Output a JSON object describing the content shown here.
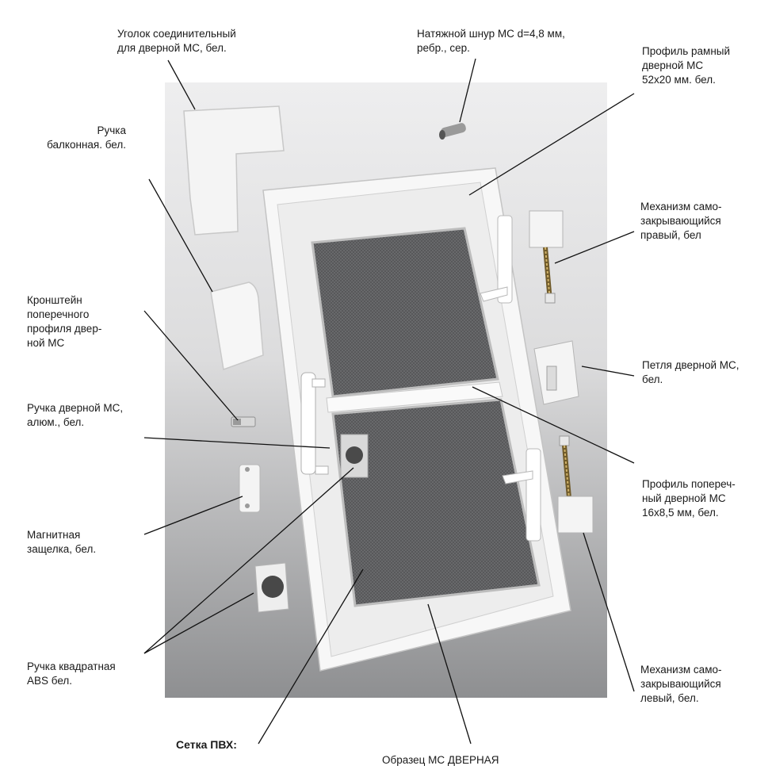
{
  "labels": {
    "corner": "Уголок соединительный\nдля дверной МС, бел.",
    "cord": "Натяжной шнур МС d=4,8 мм,\nребр., сер.",
    "frame_profile": "Профиль рамный\nдверной МС\n52х20 мм. бел.",
    "balcony_handle": "Ручка\nбалконная. бел.",
    "closer_right": "Механизм само-\nзакрывающийся\nправый, бел",
    "bracket": "Кронштейн\nпоперечного\nпрофиля двер-\nной МС",
    "hinge": "Петля дверной МС,\nбел.",
    "door_handle": "Ручка дверной МС,\nалюм., бел.",
    "cross_profile": "Профиль попереч-\nный дверной МС\n16х8,5 мм, бел.",
    "magnet_latch": "Магнитная\nзащелка, бел.",
    "square_handle": "Ручка квадратная\nABS бел.",
    "closer_left": "Механизм само-\nзакрывающийся\nлевый, бел.",
    "mesh": "Сетка ПВХ:",
    "sample": "Образец МС ДВЕРНАЯ"
  }
}
